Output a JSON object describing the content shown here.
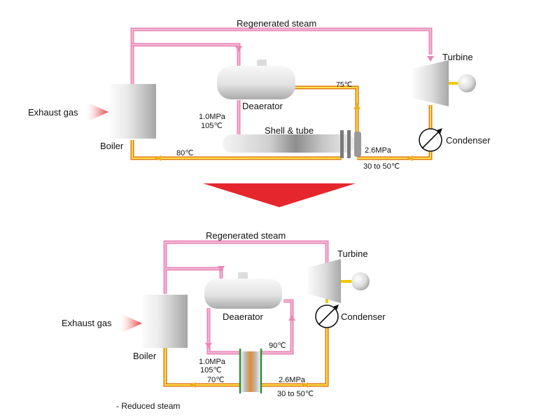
{
  "colors": {
    "steam": "#e887b6",
    "steam_core": "#f6c6dd",
    "hot": "#f0b01a",
    "hot_core": "#ffe14a",
    "hot_edge": "#e07a12",
    "transition_arrow": "#e5262d",
    "equipment_light": "#f6f6f6",
    "equipment_dark": "#a9a9a9",
    "exchanger_bar": "#2f8f3a"
  },
  "arrow_icon": "down-triangle-arrow-icon",
  "top": {
    "regenerated_steam": "Regenerated steam",
    "turbine": "Turbine",
    "exhaust_gas": "Exhaust gas",
    "boiler": "Boiler",
    "deaerator": "Deaerator",
    "pressure_deaerator": "1.0MPa",
    "temp_deaerator": "105℃",
    "temp_feed": "75℃",
    "shell_tube": "Shell & tube",
    "condenser": "Condenser",
    "temp_return": "80℃",
    "pressure_condenser": "2.6MPa",
    "temp_condenser": "30 to 50℃"
  },
  "bottom": {
    "regenerated_steam": "Regenerated steam",
    "turbine": "Turbine",
    "exhaust_gas": "Exhaust gas",
    "boiler": "Boiler",
    "deaerator": "Deaerator",
    "condenser": "Condenser",
    "temp_feed": "90℃",
    "pressure_deaerator": "1.0MPa",
    "temp_deaerator": "105℃",
    "temp_return": "70℃",
    "pressure_condenser": "2.6MPa",
    "temp_condenser": "30 to 50℃",
    "note": "- Reduced steam"
  }
}
